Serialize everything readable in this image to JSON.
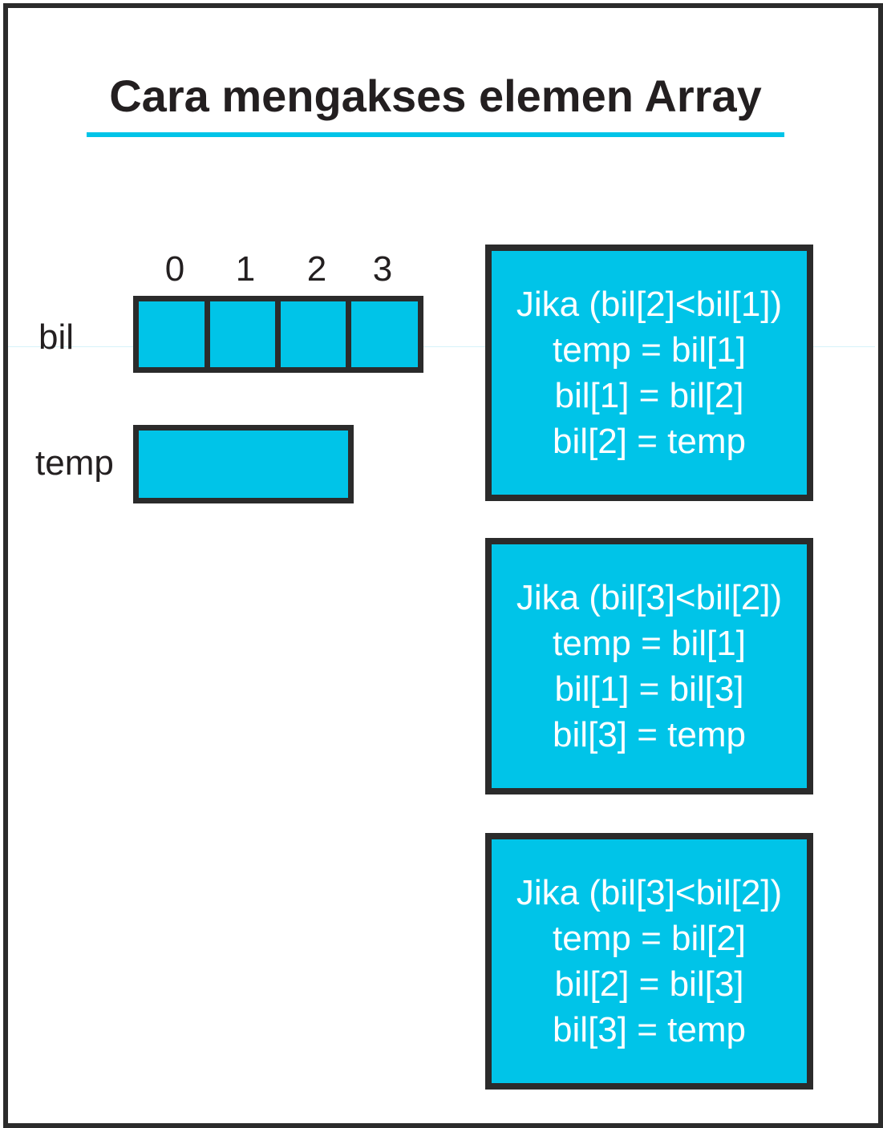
{
  "title": "Cara mengakses elemen Array",
  "colors": {
    "accent": "#00c4e8",
    "border": "#2b2b2b",
    "text": "#231f20",
    "box_text": "#ffffff"
  },
  "array": {
    "name": "bil",
    "indices": [
      "0",
      "1",
      "2",
      "3"
    ]
  },
  "temp": {
    "name": "temp"
  },
  "boxes": [
    {
      "lines": [
        "Jika (bil[2]<bil[1])",
        "temp = bil[1]",
        "bil[1] = bil[2]",
        "bil[2] = temp"
      ]
    },
    {
      "lines": [
        "Jika (bil[3]<bil[2])",
        "temp = bil[1]",
        "bil[1] = bil[3]",
        "bil[3] = temp"
      ]
    },
    {
      "lines": [
        "Jika (bil[3]<bil[2])",
        "temp = bil[2]",
        "bil[2] = bil[3]",
        "bil[3] = temp"
      ]
    }
  ]
}
